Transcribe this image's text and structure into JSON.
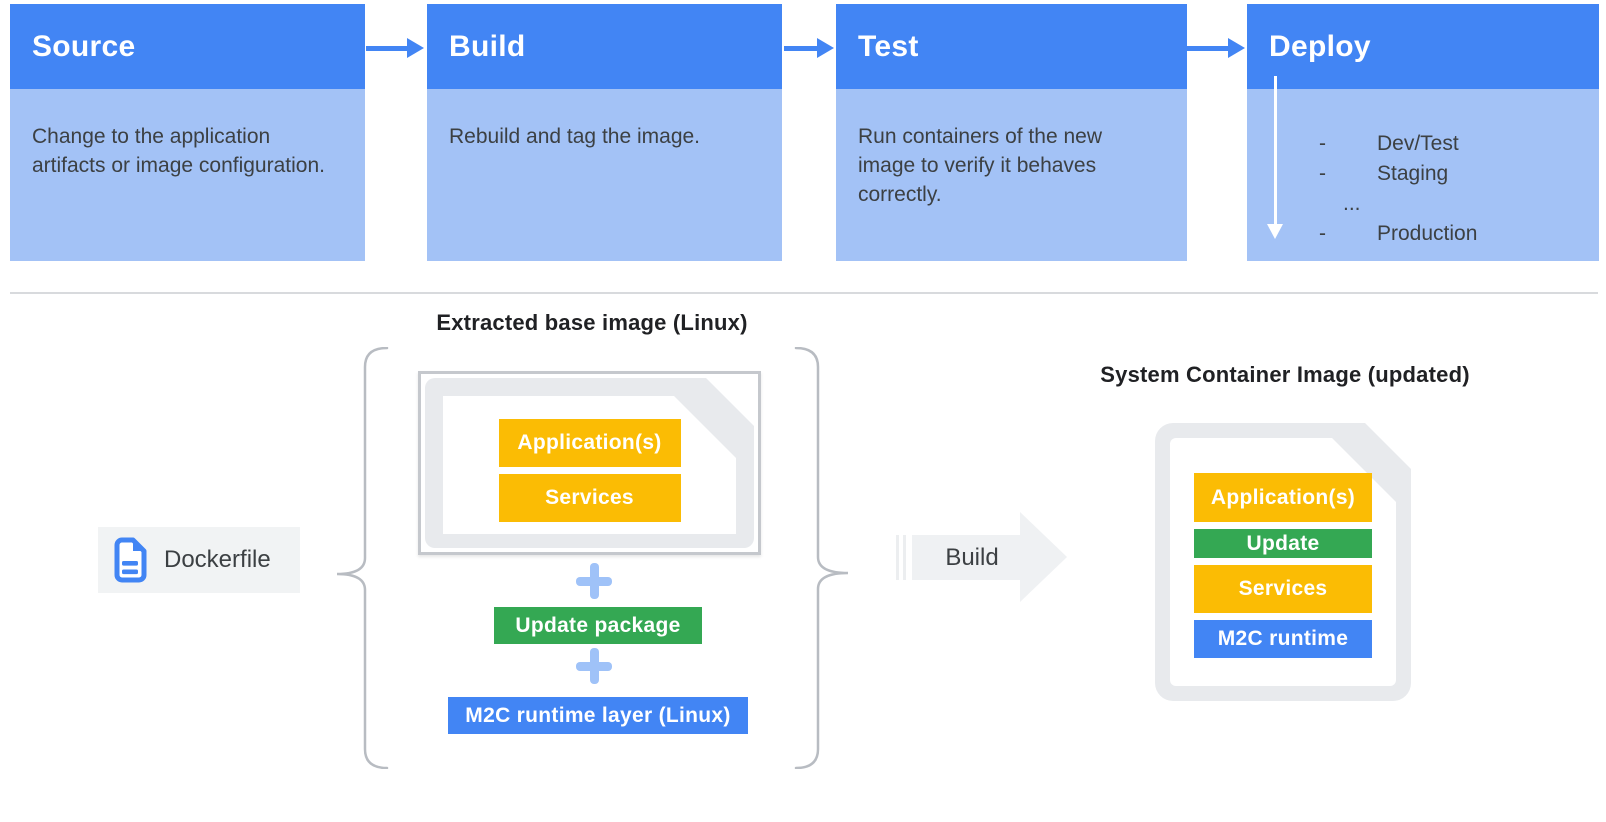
{
  "pipeline": {
    "stages": [
      {
        "title": "Source",
        "description": "Change to the application artifacts or image configuration."
      },
      {
        "title": "Build",
        "description": "Rebuild and tag the image."
      },
      {
        "title": "Test",
        "description": "Run containers of the new image to verify it behaves correctly."
      },
      {
        "title": "Deploy",
        "items": [
          {
            "bullet": "-",
            "label": "Dev/Test"
          },
          {
            "bullet": "-",
            "label": "Staging"
          },
          {
            "bullet": "",
            "label": "..."
          },
          {
            "bullet": "-",
            "label": "Production"
          }
        ]
      }
    ]
  },
  "diagram": {
    "dockerfile": {
      "label": "Dockerfile",
      "icon": "blue-document-icon"
    },
    "extracted_base_image": {
      "title": "Extracted base image (Linux)",
      "layers": [
        {
          "label": "Application(s)",
          "color": "#FBBC04"
        },
        {
          "label": "Services",
          "color": "#FBBC04"
        }
      ]
    },
    "plus_icon": "plus-icon",
    "update_package": {
      "label": "Update package",
      "color": "#34A853"
    },
    "runtime_layer": {
      "label": "M2C runtime layer (Linux)",
      "color": "#4285F4"
    },
    "build_arrow": {
      "label": "Build"
    },
    "system_container_image": {
      "title": "System Container Image (updated)",
      "layers": [
        {
          "label": "Application(s)",
          "color": "#FBBC04"
        },
        {
          "label": "Update",
          "color": "#34A853"
        },
        {
          "label": "Services",
          "color": "#FBBC04"
        },
        {
          "label": "M2C runtime",
          "color": "#4285F4"
        }
      ]
    }
  },
  "colors": {
    "stage_header_blue": "#4285F4",
    "stage_body_blue": "#A3C2F6",
    "arrow_blue": "#4285F4",
    "yellow": "#FBBC04",
    "green": "#34A853",
    "blue": "#4285F4",
    "light_gray": "#F1F3F4",
    "doc_frame_gray": "#E8EAED",
    "text_dark": "#3C4043"
  }
}
